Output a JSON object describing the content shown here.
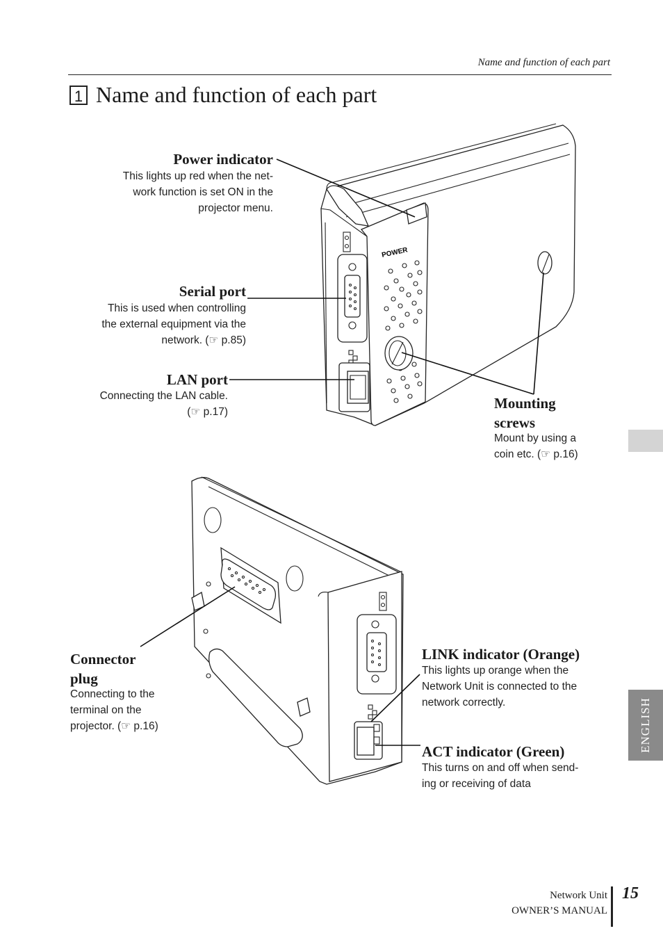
{
  "header": {
    "running_title": "Name and function of each part"
  },
  "section": {
    "number": "1",
    "title": "Name and function of each part"
  },
  "device_labels": {
    "power": "POWER"
  },
  "callouts": {
    "power_indicator": {
      "label": "Power indicator",
      "desc": "This lights up red when the net-work function is set ON in the projector menu.",
      "lines": [
        "This lights up red when the net-",
        "work function is set ON in the",
        "projector menu."
      ]
    },
    "serial_port": {
      "label": "Serial port",
      "lines": [
        "This is used when controlling",
        "the external equipment via the",
        "network. (☞ p.85)"
      ]
    },
    "lan_port": {
      "label": "LAN port",
      "lines": [
        "Connecting the LAN cable.",
        "(☞ p.17)"
      ]
    },
    "mounting_screws": {
      "label_1": "Mounting",
      "label_2": "screws",
      "lines": [
        "Mount by using a",
        "coin etc. (☞ p.16)"
      ]
    },
    "connector_plug": {
      "label_1": "Connector",
      "label_2": "plug",
      "lines": [
        "Connecting to the",
        "terminal on the",
        "projector. (☞ p.16)"
      ]
    },
    "link_indicator": {
      "label": "LINK indicator (Orange)",
      "lines": [
        "This lights up orange when the",
        "Network Unit is connected to the",
        "network correctly."
      ]
    },
    "act_indicator": {
      "label": "ACT indicator (Green)",
      "lines": [
        "This turns on and off when send-",
        "ing or receiving of data"
      ]
    }
  },
  "side_tab": {
    "label": "ENGLISH",
    "gray_tab_color": "#d4d4d4",
    "english_tab_color": "#8a8a8a"
  },
  "footer": {
    "product": "Network Unit",
    "manual": "OWNER’S MANUAL",
    "page_number": "15"
  }
}
